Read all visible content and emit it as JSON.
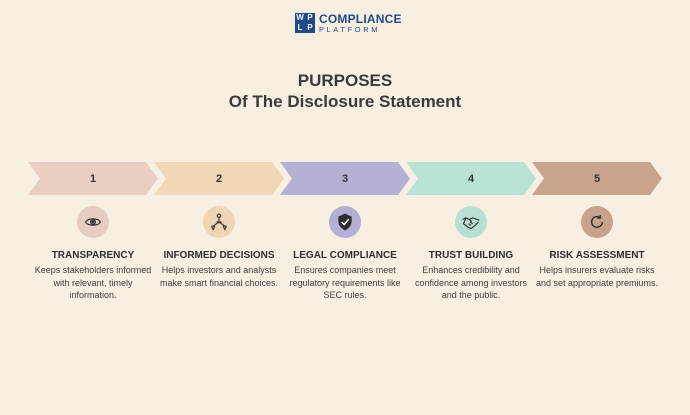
{
  "logo": {
    "mark": [
      "W",
      "P",
      "L",
      "P"
    ],
    "line1": "COMPLIANCE",
    "line2": "PLATFORM"
  },
  "title": {
    "line1": "PURPOSES",
    "line2": "Of The Disclosure Statement"
  },
  "steps": [
    {
      "number": "1",
      "title": "TRANSPARENCY",
      "description": "Keeps stakeholders informed with relevant, timely information.",
      "color": "#e9cfc2",
      "icon_bg": "#e6ccc1",
      "icon": "eye-icon"
    },
    {
      "number": "2",
      "title": "INFORMED DECISIONS",
      "description": "Helps investors and analysts make smart financial choices.",
      "color": "#f0d7b5",
      "icon_bg": "#eed5b3",
      "icon": "decision-icon"
    },
    {
      "number": "3",
      "title": "LEGAL COMPLIANCE",
      "description": "Ensures companies meet regulatory requirements like SEC rules.",
      "color": "#b3b2d4",
      "icon_bg": "#b3b0d3",
      "icon": "shield-check-icon"
    },
    {
      "number": "4",
      "title": "TRUST BUILDING",
      "description": "Enhances credibility and confidence among investors and the public.",
      "color": "#b8e2d6",
      "icon_bg": "#b7e0d3",
      "icon": "handshake-icon"
    },
    {
      "number": "5",
      "title": "RISK ASSESSMENT",
      "description": "Helps insurers evaluate risks and set appropriate premiums.",
      "color": "#c9a38c",
      "icon_bg": "#c8a28c",
      "icon": "refresh-icon"
    }
  ]
}
